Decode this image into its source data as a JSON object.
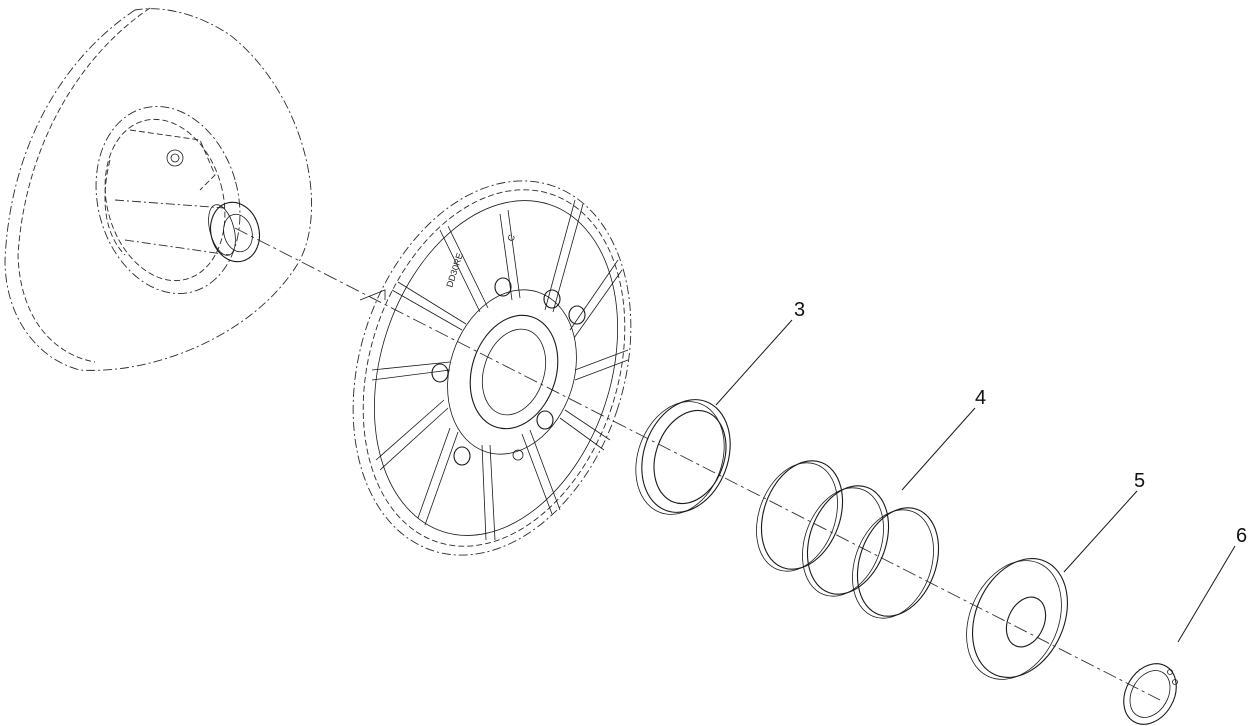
{
  "diagram": {
    "callouts": [
      {
        "id": "3",
        "label": "3"
      },
      {
        "id": "4",
        "label": "4"
      },
      {
        "id": "5",
        "label": "5"
      },
      {
        "id": "6",
        "label": "6"
      }
    ],
    "cover_marking": "C",
    "cover_stamp": "DD30RE"
  }
}
